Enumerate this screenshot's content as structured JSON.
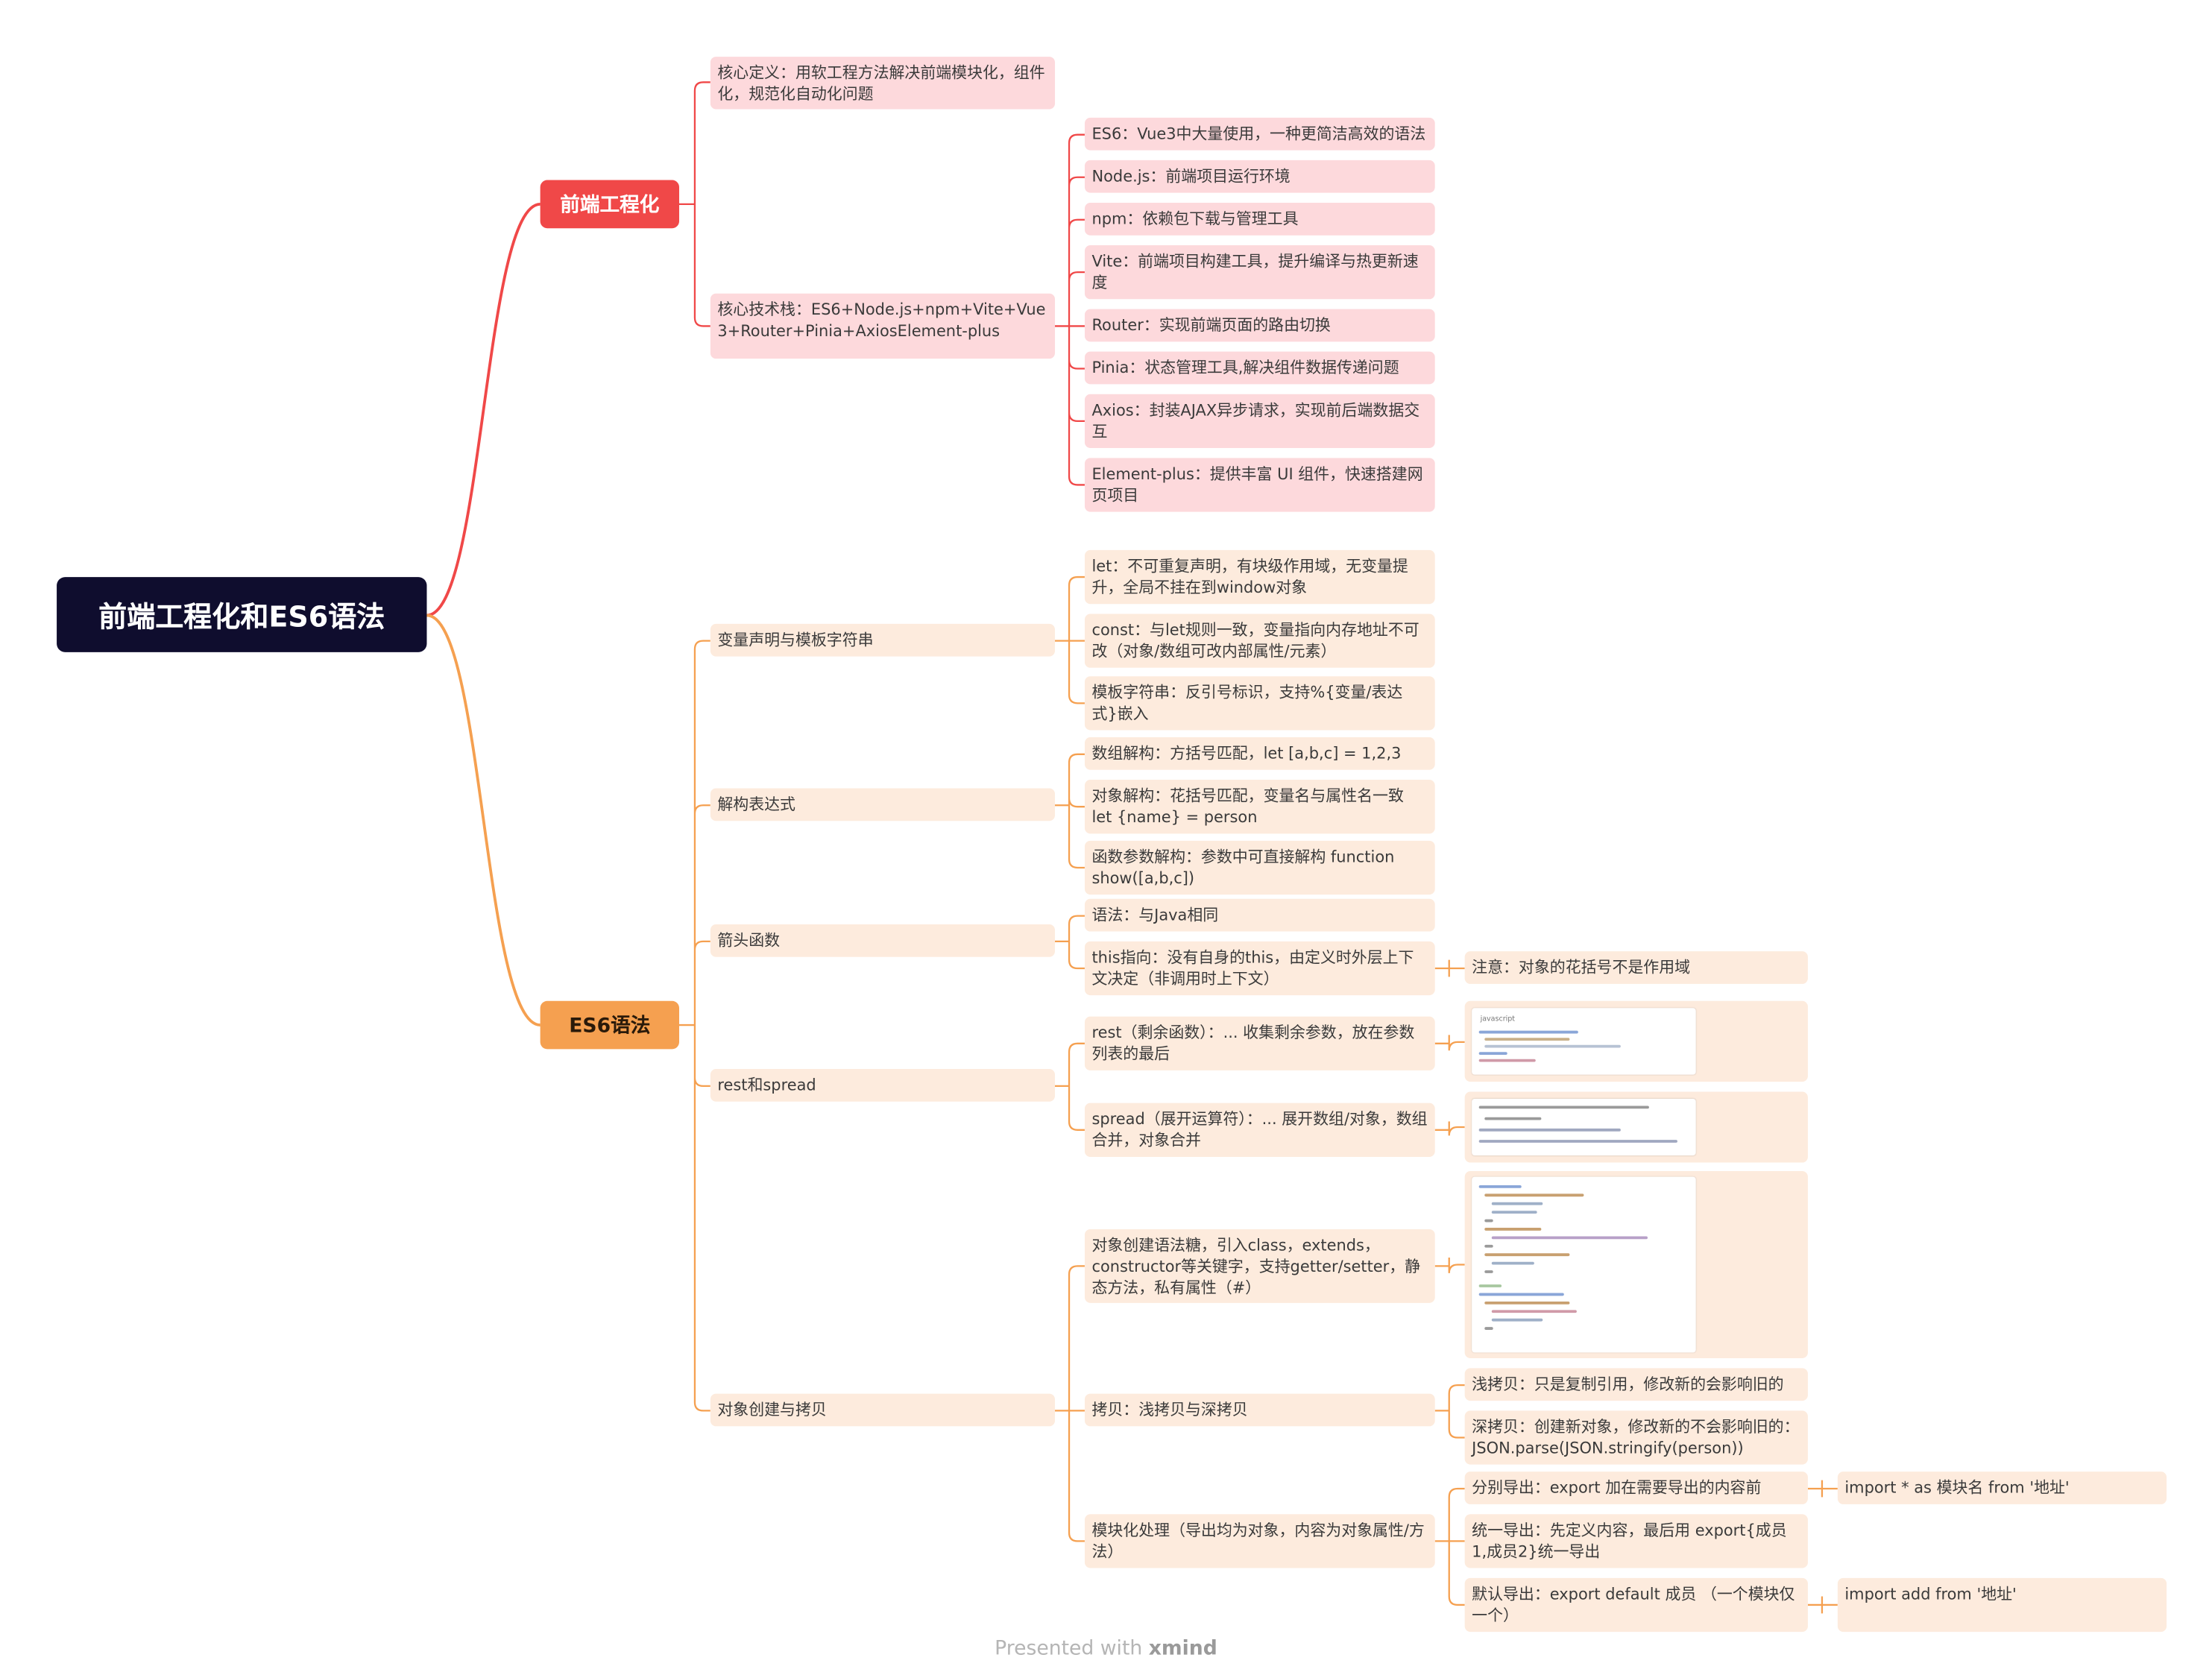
{
  "root": "前端工程化和ES6语法",
  "colors": {
    "red": "#f04848",
    "orange": "#f5a050",
    "root_bg": "#0f0d2e",
    "red_node": "#fdd9dc",
    "orange_node": "#fdebdd"
  },
  "branch_red": {
    "label": "前端工程化",
    "core_definition": "核心定义：用软工程方法解决前端模块化，组件化，规范化自动化问题",
    "tech_stack": "核心技术栈：ES6+Node.js+npm+Vite+Vue3+Router+Pinia+AxiosElement-plus",
    "stack_items": [
      "ES6：Vue3中大量使用，一种更简洁高效的语法",
      "Node.js：前端项目运行环境",
      "npm：依赖包下载与管理工具",
      "Vite：前端项目构建工具，提升编译与热更新速度",
      "Router：实现前端页面的路由切换",
      "Pinia：状态管理工具,解决组件数据传递问题",
      "Axios：封装AJAX异步请求，实现前后端数据交互",
      "Element-plus：提供丰富 UI 组件，快速搭建网页项目"
    ]
  },
  "branch_orange": {
    "label": "ES6语法",
    "var_decl": {
      "label": "变量声明与模板字符串",
      "items": [
        "let：不可重复声明，有块级作用域，无变量提升，全局不挂在到window对象",
        "const：与let规则一致，变量指向内存地址不可改（对象/数组可改内部属性/元素）",
        "模板字符串：反引号标识，支持%{变量/表达式}嵌入"
      ]
    },
    "destructuring": {
      "label": "解构表达式",
      "items": [
        "数组解构：方括号匹配，let [a,b,c] = 1,2,3",
        "对象解构：花括号匹配，变量名与属性名一致 let {name} = person",
        "函数参数解构：参数中可直接解构 function show([a,b,c])"
      ]
    },
    "arrow": {
      "label": "箭头函数",
      "syntax": "语法：与Java相同",
      "this": "this指向：没有自身的this，由定义时外层上下文决定（非调用时上下文）",
      "note": "注意：对象的花括号不是作用域"
    },
    "rest_spread": {
      "label": "rest和spread",
      "rest": "rest（剩余函数）：... 收集剩余参数，放在参数列表的最后",
      "spread": "spread（展开运算符）：... 展开数组/对象，数组合并，对象合并",
      "code_lang": "javascript"
    },
    "object_copy": {
      "label": "对象创建与拷贝",
      "class": "对象创建语法糖，引入class，extends，constructor等关键字，支持getter/setter，静态方法，私有属性（#）",
      "copy": "拷贝：浅拷贝与深拷贝",
      "shallow": "浅拷贝：只是复制引用，修改新的会影响旧的",
      "deep": "深拷贝：创建新对象，修改新的不会影响旧的：JSON.parse(JSON.stringify(person))",
      "module": "模块化处理（导出均为对象，内容为对象属性/方法）",
      "export_separate": "分别导出：export 加在需要导出的内容前",
      "export_unified": "统一导出：先定义内容，最后用 export{成员1,成员2}统一导出",
      "export_default": "默认导出：export default 成员 （一个模块仅一个）",
      "import_all": "import * as 模块名 from '地址'",
      "import_default": "import add from '地址'"
    }
  },
  "footer": {
    "prefix": "Presented with",
    "brand": "xmind"
  }
}
